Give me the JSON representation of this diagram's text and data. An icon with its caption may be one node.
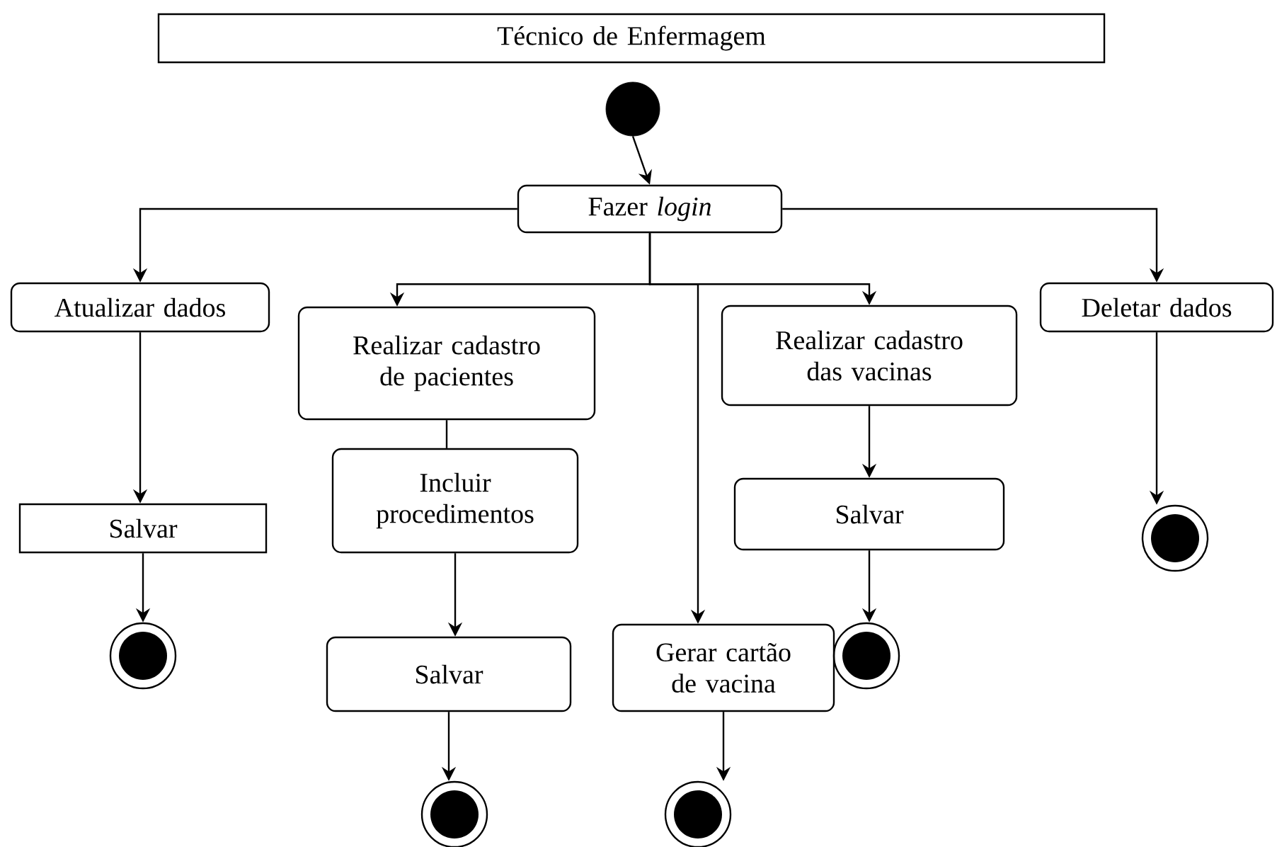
{
  "diagram": {
    "nodes": [
      {
        "text": [
          "Técnico de Enfermagem"
        ]
      },
      {
        "text": [],
        "shape": "circle"
      },
      {
        "text": [
          "Fazer *login*"
        ]
      },
      {
        "text": [
          "Atualizar dados"
        ]
      },
      {
        "text": [
          "Realizar cadastro de pacientes"
        ]
      },
      {
        "text": [
          "Realizar cadastro das vacinas"
        ]
      },
      {
        "text": [
          "Deletar dados"
        ]
      },
      {
        "text": [
          "Salvar"
        ]
      },
      {
        "text": [
          "Incluir procedimentos"
        ]
      },
      {
        "text": [
          "Salvar"
        ]
      },
      {
        "text": [],
        "shape": "circle"
      },
      {
        "text": [],
        "shape": "circle"
      },
      {
        "text": [
          "Salvar"
        ]
      },
      {
        "text": [
          "Gerar cartão de vacina"
        ]
      },
      {
        "text": [],
        "shape": "circle"
      },
      {
        "text": [],
        "shape": "circle"
      },
      {
        "text": [],
        "shape": "circle"
      }
    ],
    "edges": [
      {
        "from": 1,
        "to": 2,
        "arrow": "to"
      },
      {
        "from": 2,
        "to": 3,
        "arrow": "to"
      },
      {
        "from": 2,
        "to": 4,
        "arrow": "to"
      },
      {
        "from": 2,
        "to": 13,
        "arrow": "to"
      },
      {
        "from": 2,
        "to": 5,
        "arrow": "to"
      },
      {
        "from": 2,
        "to": 6,
        "arrow": "to"
      },
      {
        "from": 3,
        "to": 7,
        "arrow": "to"
      },
      {
        "from": 4,
        "to": 8,
        "arrow": "none"
      },
      {
        "from": 8,
        "to": 12,
        "arrow": "to"
      },
      {
        "from": 5,
        "to": 9,
        "arrow": "to"
      },
      {
        "from": 6,
        "to": 10,
        "arrow": "to"
      },
      {
        "from": 7,
        "to": 11,
        "arrow": "to"
      },
      {
        "from": 12,
        "to": 15,
        "arrow": "to"
      },
      {
        "from": 13,
        "to": 16,
        "arrow": "to"
      },
      {
        "from": 9,
        "to": 14,
        "arrow": "to"
      }
    ]
  }
}
